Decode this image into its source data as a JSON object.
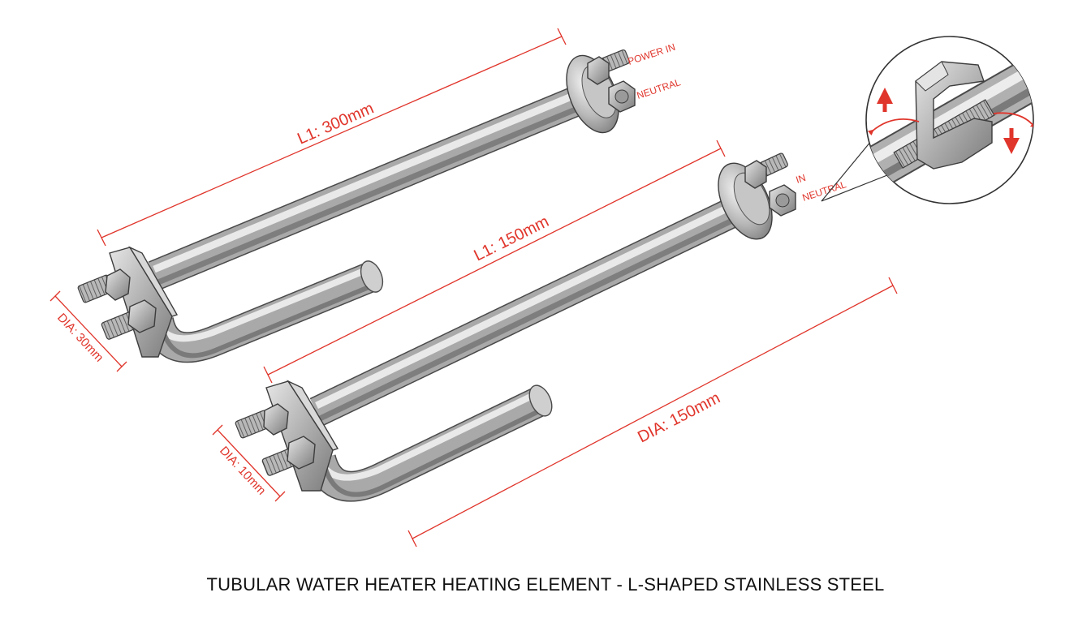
{
  "caption": "TUBULAR WATER HEATER HEATING ELEMENT - L-SHAPED STAINLESS STEEL",
  "colors": {
    "dimension": "#e0352b",
    "steel_light": "#ececec",
    "steel_mid": "#b4b4b4",
    "steel_dark": "#6e6e6e",
    "outline": "#3d3d3d",
    "background": "#ffffff"
  },
  "element_large": {
    "length_label": "L1: 300mm",
    "diameter_label": "DIA: 30mm",
    "terminal_power": "POWER IN",
    "terminal_neutral": "NEUTRAL"
  },
  "element_small": {
    "length_label": "L1: 150mm",
    "diameter_label": "DIA: 10mm",
    "overall_label": "DIA: 150mm",
    "terminal_power": "IN",
    "terminal_neutral": "NEUTRAL"
  },
  "detail": {
    "icon": "clamp-detail-icon"
  }
}
